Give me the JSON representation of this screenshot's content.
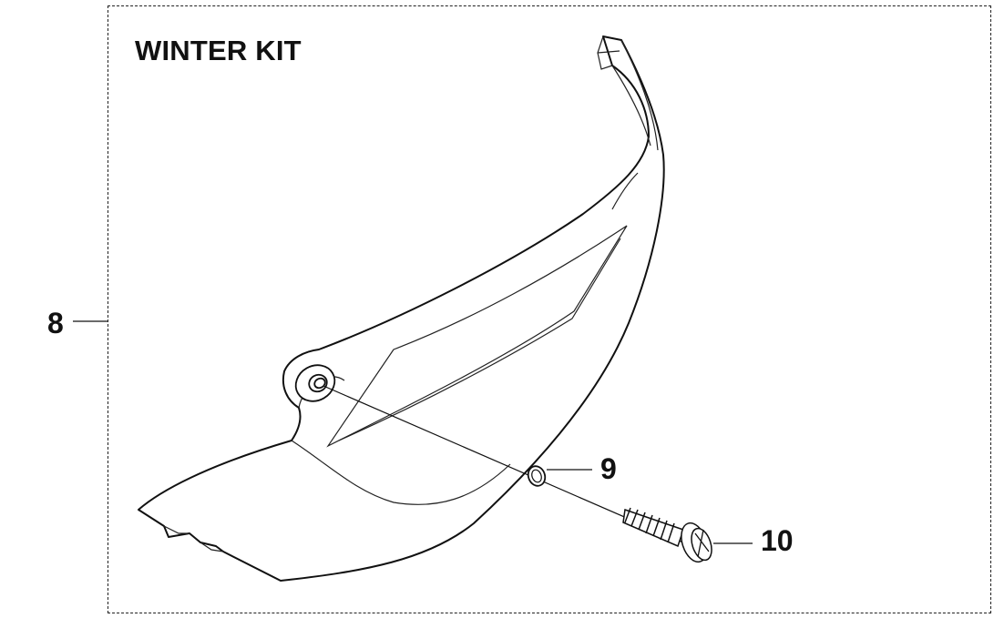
{
  "diagram": {
    "title": "WINTER KIT",
    "callouts": [
      {
        "id": "8"
      },
      {
        "id": "9"
      },
      {
        "id": "10"
      }
    ]
  }
}
